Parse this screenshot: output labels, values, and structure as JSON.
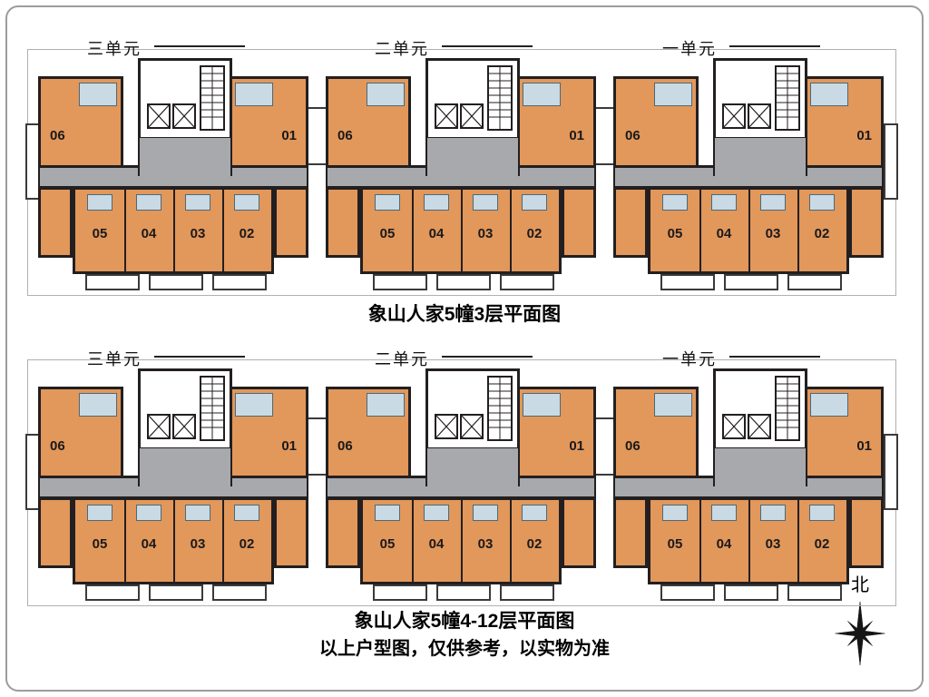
{
  "sheet": {
    "background": "#ffffff",
    "border_color": "#9c9c9c"
  },
  "colors": {
    "wall": "#231F20",
    "room_fill": "#E2975B",
    "corridor_fill": "#A7A9AC",
    "fixture_fill": "#C9DAE4",
    "outline": "#9c9c9c"
  },
  "plans": [
    {
      "title": "象山人家5幢3层平面图",
      "units": [
        {
          "label": "三单元",
          "side_rooms": [
            "06",
            "01"
          ],
          "rooms": [
            "05",
            "04",
            "03",
            "02"
          ]
        },
        {
          "label": "二单元",
          "side_rooms": [
            "06",
            "01"
          ],
          "rooms": [
            "05",
            "04",
            "03",
            "02"
          ]
        },
        {
          "label": "一单元",
          "side_rooms": [
            "06",
            "01"
          ],
          "rooms": [
            "05",
            "04",
            "03",
            "02"
          ]
        }
      ]
    },
    {
      "title": "象山人家5幢4-12层平面图",
      "units": [
        {
          "label": "三单元",
          "side_rooms": [
            "06",
            "01"
          ],
          "rooms": [
            "05",
            "04",
            "03",
            "02"
          ]
        },
        {
          "label": "二单元",
          "side_rooms": [
            "06",
            "01"
          ],
          "rooms": [
            "05",
            "04",
            "03",
            "02"
          ]
        },
        {
          "label": "一单元",
          "side_rooms": [
            "06",
            "01"
          ],
          "rooms": [
            "05",
            "04",
            "03",
            "02"
          ]
        }
      ]
    }
  ],
  "caption": "以上户型图，仅供参考，以实物为准",
  "compass": {
    "label": "北"
  }
}
